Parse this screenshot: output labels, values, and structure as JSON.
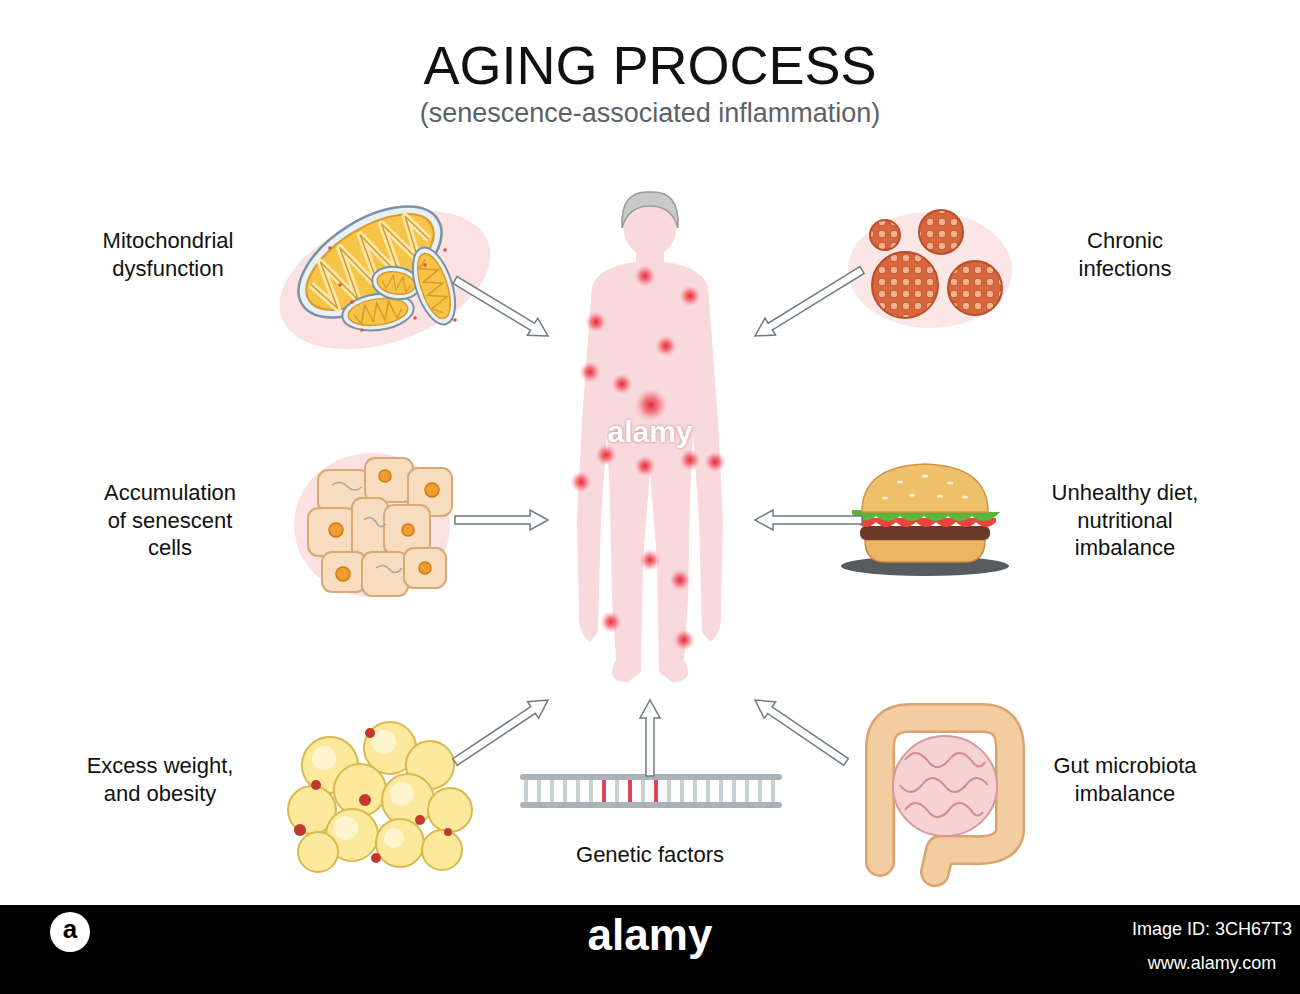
{
  "diagram": {
    "title": "AGING PROCESS",
    "nodes": [
      {
        "text": [
          "Mitochondrial dysfunction"
        ]
      },
      {
        "text": [
          "Chronic infections"
        ]
      },
      {
        "text": [
          "Accumulation of senescent cells"
        ]
      },
      {
        "text": [
          "Unhealthy diet, nutritional imbalance"
        ]
      },
      {
        "text": [
          "Excess weight, and obesity"
        ]
      },
      {
        "text": [
          "Genetic factors"
        ]
      },
      {
        "text": [
          "Gut microbiota imbalance"
        ]
      }
    ],
    "labels": [
      "(senescence-associated inflammation)",
      "alamy",
      "a",
      "alamy",
      "Image ID: 3CH67T3",
      "www.alamy.com"
    ]
  }
}
